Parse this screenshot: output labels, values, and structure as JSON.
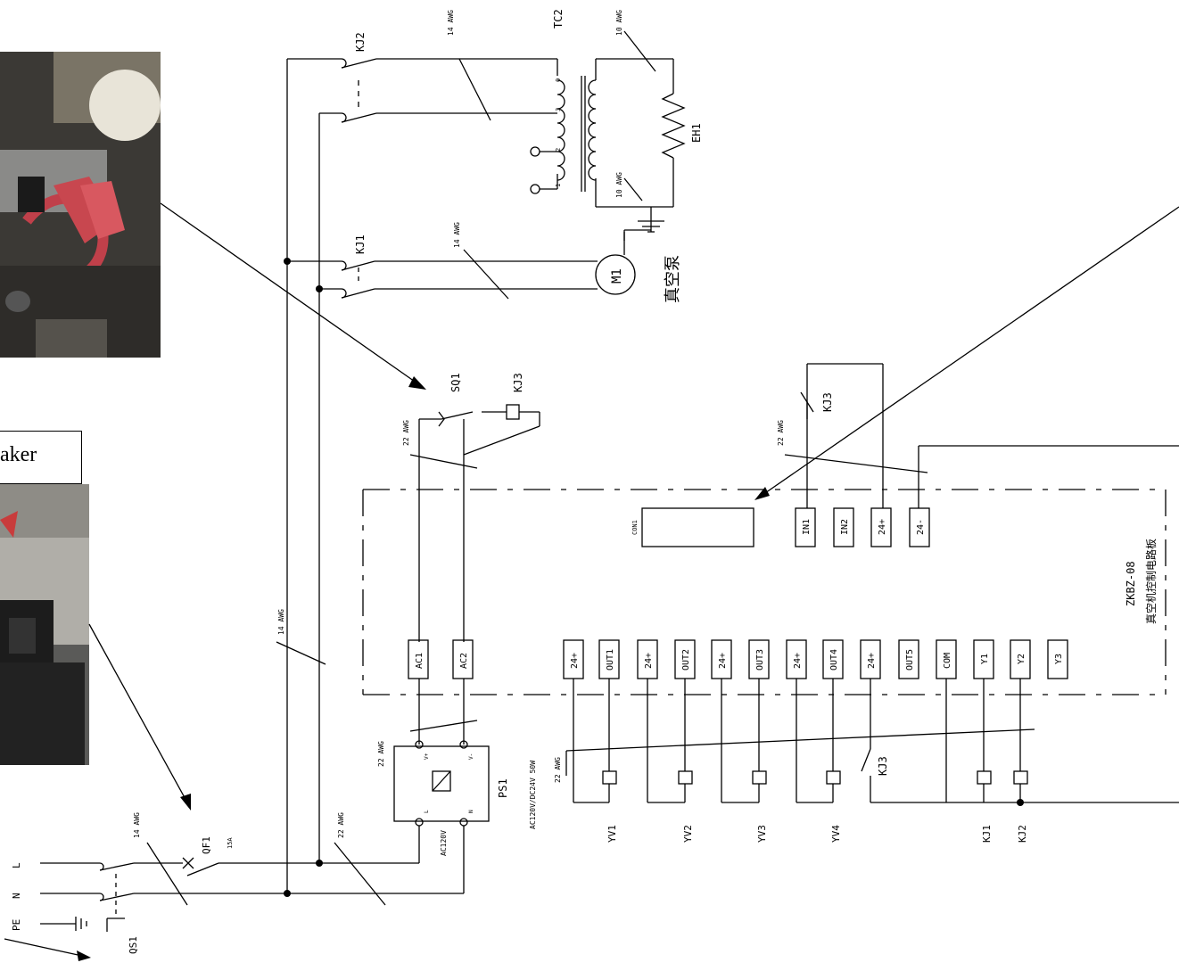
{
  "caption": "aker",
  "top_transformer": {
    "ref": "TC2",
    "wire_primary": "14 AWG",
    "wire_secondary": "10 AWG",
    "wire_secondary_2": "10 AWG",
    "taps": [
      "0",
      "3",
      "2",
      "1"
    ]
  },
  "heater": {
    "ref": "EH1"
  },
  "relays": {
    "kj2": "KJ2",
    "kj1": "KJ1",
    "kj3": "KJ3",
    "kj3b": "KJ3"
  },
  "motor": {
    "ref": "M1",
    "name": "真空泵",
    "wire": "14 AWG"
  },
  "start_switch": {
    "ref": "SQ1",
    "relay": "KJ3",
    "wire": "22 AWG"
  },
  "controller": {
    "model": "ZKBZ-08",
    "name": "真空机控制电路板",
    "connector": "CON1",
    "top_terminals": [
      "IN1",
      "IN2",
      "24+",
      "24-"
    ],
    "bottom_terminals": [
      "AC1",
      "AC2",
      "24+",
      "OUT1",
      "24+",
      "OUT2",
      "24+",
      "OUT3",
      "24+",
      "OUT4",
      "24+",
      "OUT5",
      "COM",
      "Y1",
      "Y2",
      "Y3"
    ],
    "wire_top": "22 AWG"
  },
  "power_supply": {
    "ref": "PS1",
    "spec": "AC120V/DC24V 50W",
    "input": "AC120V",
    "wire_in": "22 AWG",
    "wire_out": "22 AWG",
    "pins": [
      "V+",
      "V-",
      "L",
      "N"
    ]
  },
  "valves": [
    {
      "ref": "YV1"
    },
    {
      "ref": "YV2"
    },
    {
      "ref": "YV3"
    },
    {
      "ref": "YV4"
    }
  ],
  "coil_labels": [
    "KJ1",
    "KJ2"
  ],
  "mains": {
    "terminals": [
      "L",
      "N",
      "PE"
    ],
    "switch": "QS1",
    "breaker": "QF1",
    "breaker_rating": "15A",
    "wire_main": "14 AWG",
    "wire_branch": "22 AWG",
    "wire_vertical": "14 AWG"
  },
  "colors": {
    "line": "#000000",
    "photo_red": "#c8474f",
    "photo_dark": "#3a3834"
  }
}
